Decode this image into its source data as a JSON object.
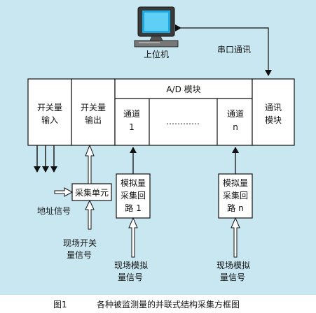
{
  "diagram": {
    "computer_label": "上位机",
    "serial_label": "串口通讯",
    "switch_input": [
      "开关量",
      "输入"
    ],
    "switch_output": [
      "开关量",
      "输出"
    ],
    "ad_title": "A/D 模块",
    "channel_1": [
      "通道",
      "1"
    ],
    "channel_dots": "…………",
    "channel_n": [
      "通道",
      "n"
    ],
    "comm_module": [
      "通讯",
      "模块"
    ],
    "acq_unit": "采集单元",
    "address_signal": "地址信号",
    "field_switch_signal": [
      "现场开关",
      "量信号"
    ],
    "analog_loop_1": [
      "模拟量",
      "采集回",
      "路 1"
    ],
    "analog_loop_n": [
      "模拟量",
      "采集回",
      "路 n"
    ],
    "field_analog_1": [
      "现场模拟",
      "量信号"
    ],
    "field_analog_n": [
      "现场模拟",
      "量信号"
    ]
  },
  "caption": {
    "figure_no": "图1",
    "text": "各种被监测量的并联式结构采集方框图"
  }
}
